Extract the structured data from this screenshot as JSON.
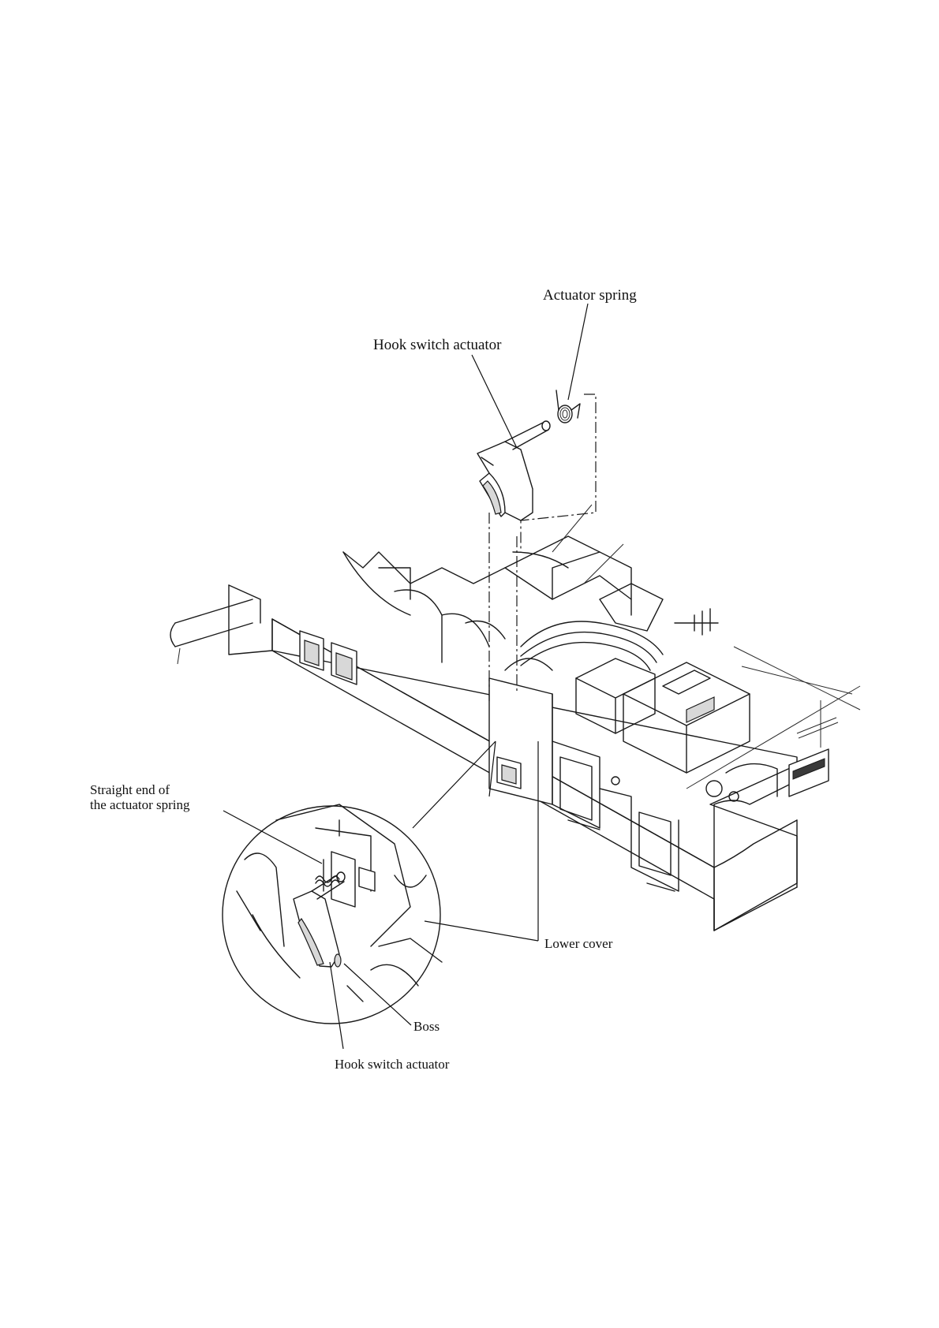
{
  "labels": {
    "actuator_spring": "Actuator spring",
    "hook_switch_actuator_top": "Hook switch actuator",
    "straight_end_line1": "Straight end of",
    "straight_end_line2": "the actuator spring",
    "lower_cover": "Lower cover",
    "boss": "Boss",
    "hook_switch_actuator_bottom": "Hook switch actuator"
  }
}
